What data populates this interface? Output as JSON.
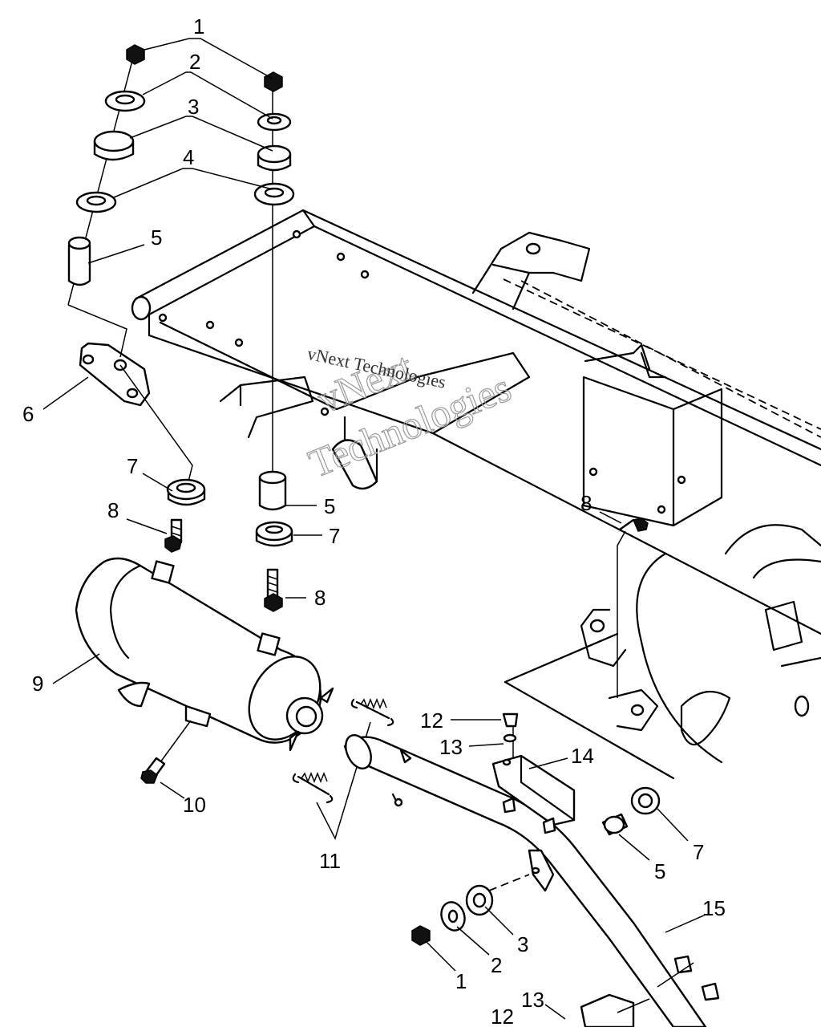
{
  "callouts": [
    {
      "id": "c1a",
      "text": "1"
    },
    {
      "id": "c2a",
      "text": "2"
    },
    {
      "id": "c3a",
      "text": "3"
    },
    {
      "id": "c4a",
      "text": "4"
    },
    {
      "id": "c5a",
      "text": "5"
    },
    {
      "id": "c6",
      "text": "6"
    },
    {
      "id": "c7a",
      "text": "7"
    },
    {
      "id": "c8a",
      "text": "8"
    },
    {
      "id": "c5b",
      "text": "5"
    },
    {
      "id": "c7b",
      "text": "7"
    },
    {
      "id": "c8b",
      "text": "8"
    },
    {
      "id": "c8c",
      "text": "8"
    },
    {
      "id": "c9",
      "text": "9"
    },
    {
      "id": "c10",
      "text": "10"
    },
    {
      "id": "c11",
      "text": "11"
    },
    {
      "id": "c12a",
      "text": "12"
    },
    {
      "id": "c13a",
      "text": "13"
    },
    {
      "id": "c14",
      "text": "14"
    },
    {
      "id": "c7c",
      "text": "7"
    },
    {
      "id": "c5c",
      "text": "5"
    },
    {
      "id": "c15",
      "text": "15"
    },
    {
      "id": "c3b",
      "text": "3"
    },
    {
      "id": "c2b",
      "text": "2"
    },
    {
      "id": "c1b",
      "text": "1"
    },
    {
      "id": "c13b",
      "text": "13"
    },
    {
      "id": "c12b",
      "text": "12"
    }
  ],
  "watermark": {
    "large_line1": "vNext",
    "large_line2": "Technologies",
    "small": "vNext Technologies"
  }
}
